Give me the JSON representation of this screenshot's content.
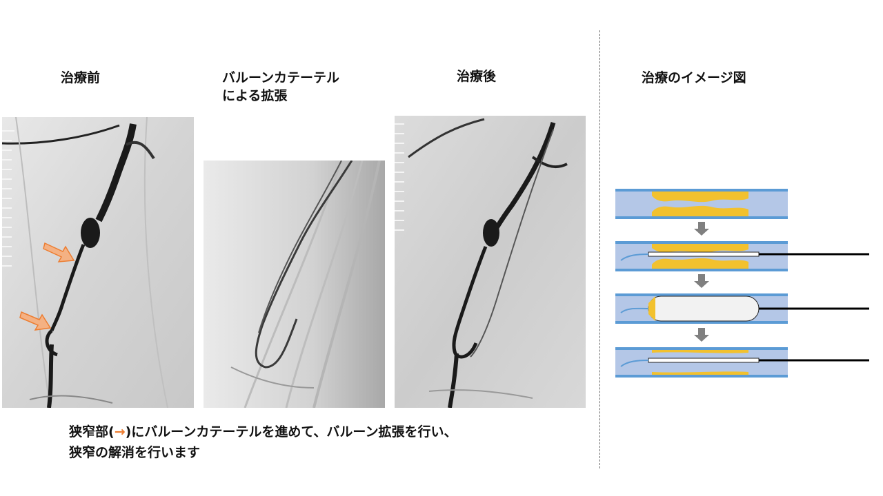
{
  "titles": {
    "before": "治療前",
    "balloon": "バルーンカテーテル\nによる拡張",
    "after": "治療後",
    "image": "治療のイメージ図"
  },
  "caption": {
    "part1": "狭窄部(",
    "arrow": "→",
    "part2": ")にバルーンカテーテルを進めて、バルーン拡張を行い、",
    "line2": "狭窄の解消を行います"
  },
  "colors": {
    "arrow_accent": "#ED7D31",
    "vessel_fill": "#B4C7E7",
    "vessel_wall": "#5B9BD5",
    "plaque": "#F2C12E",
    "down_arrow": "#808080"
  },
  "icons": [
    "orange-arrow-icon",
    "down-arrow-icon"
  ]
}
